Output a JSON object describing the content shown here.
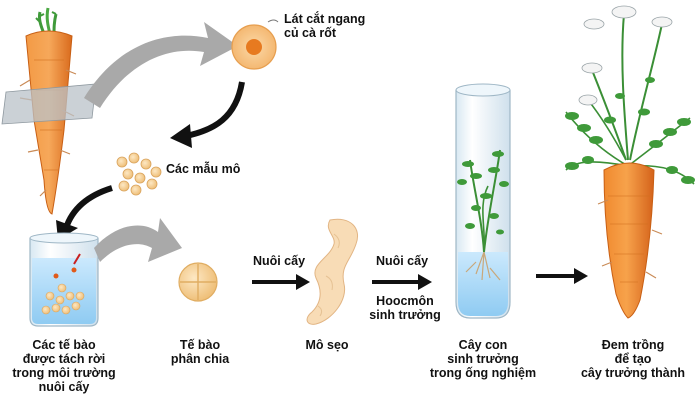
{
  "colors": {
    "carrot": "#ef7f2a",
    "carrot_dark": "#c85f14",
    "leaf": "#3f9a3a",
    "arrow_black": "#111111",
    "arrow_gray": "#a9a9a9",
    "medium": "#bfe3fb",
    "cell": "#f6cf8e"
  },
  "labels": {
    "cross_section": [
      "Lát cắt ngang",
      "củ cà rốt"
    ],
    "tissue_samples": "Các mẫu mô",
    "separated_cells": [
      "Các tế bào",
      "được tách rời",
      "trong môi trường",
      "nuôi cấy"
    ],
    "dividing_cells": [
      "Tế bào",
      "phân chia"
    ],
    "culture_1": "Nuôi cấy",
    "callus": "Mô sẹo",
    "culture_2": "Nuôi cấy",
    "hormone": [
      "Hoocmôn",
      "sinh trưởng"
    ],
    "seedling": [
      "Cây con",
      "sinh trưởng",
      "trong ống nghiệm"
    ],
    "mature": [
      "Đem trồng",
      "để tạo",
      "cây trưởng thành"
    ]
  },
  "icons": [
    "carrot-root",
    "cross-section-slice",
    "tissue-sample-dots",
    "culture-beaker",
    "dividing-cell",
    "callus-tissue",
    "test-tube-seedling",
    "mature-carrot-plant"
  ]
}
